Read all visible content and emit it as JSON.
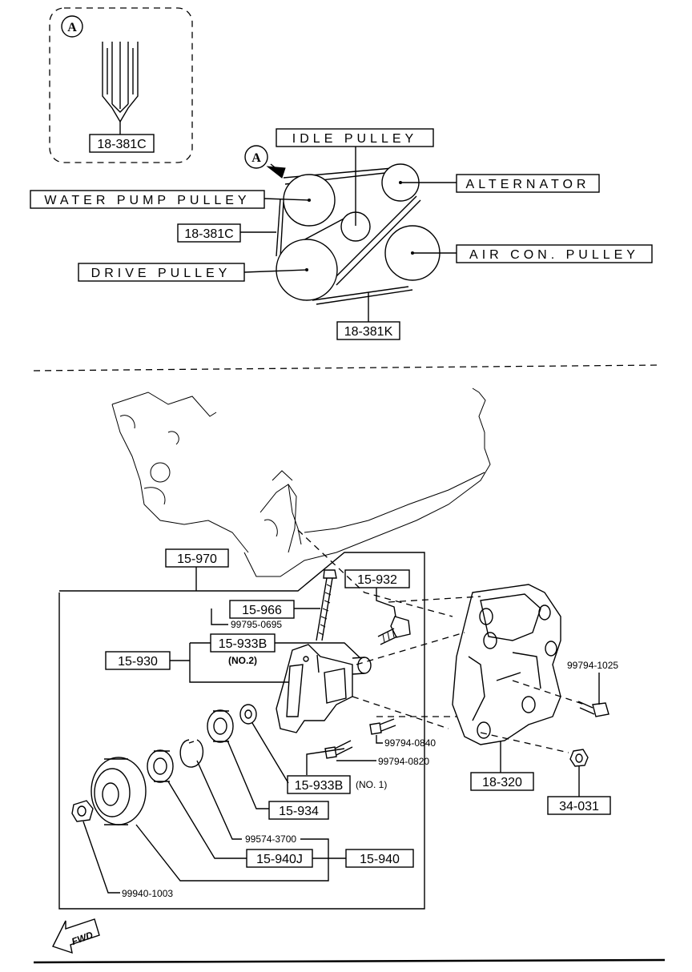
{
  "detail_a": {
    "marker": "A",
    "part": "18-381C"
  },
  "belt_layout": {
    "marker": "A",
    "idle_pulley": "IDLE PULLEY",
    "alternator": "ALTERNATOR",
    "water_pump_pulley": "WATER PUMP PULLEY",
    "drive_pulley": "DRIVE PULLEY",
    "air_con_pulley": "AIR CON. PULLEY",
    "belt_c": "18-381C",
    "belt_k": "18-381K"
  },
  "parts": {
    "p15_970": "15-970",
    "p15_932": "15-932",
    "p15_966": "15-966",
    "p99795_0695": "99795-0695",
    "p15_933b_top": "15-933B",
    "no2": "(NO.2)",
    "p15_930": "15-930",
    "p99794_1025": "99794-1025",
    "p99794_0840": "99794-0840",
    "p99794_0820": "99794-0820",
    "p15_933b_bottom": "15-933B",
    "no1": "(NO. 1)",
    "p18_320": "18-320",
    "p15_934": "15-934",
    "p34_031": "34-031",
    "p99574_3700": "99574-3700",
    "p15_940j": "15-940J",
    "p15_940": "15-940",
    "p99940_1003": "99940-1003",
    "fwd": "FWD"
  }
}
